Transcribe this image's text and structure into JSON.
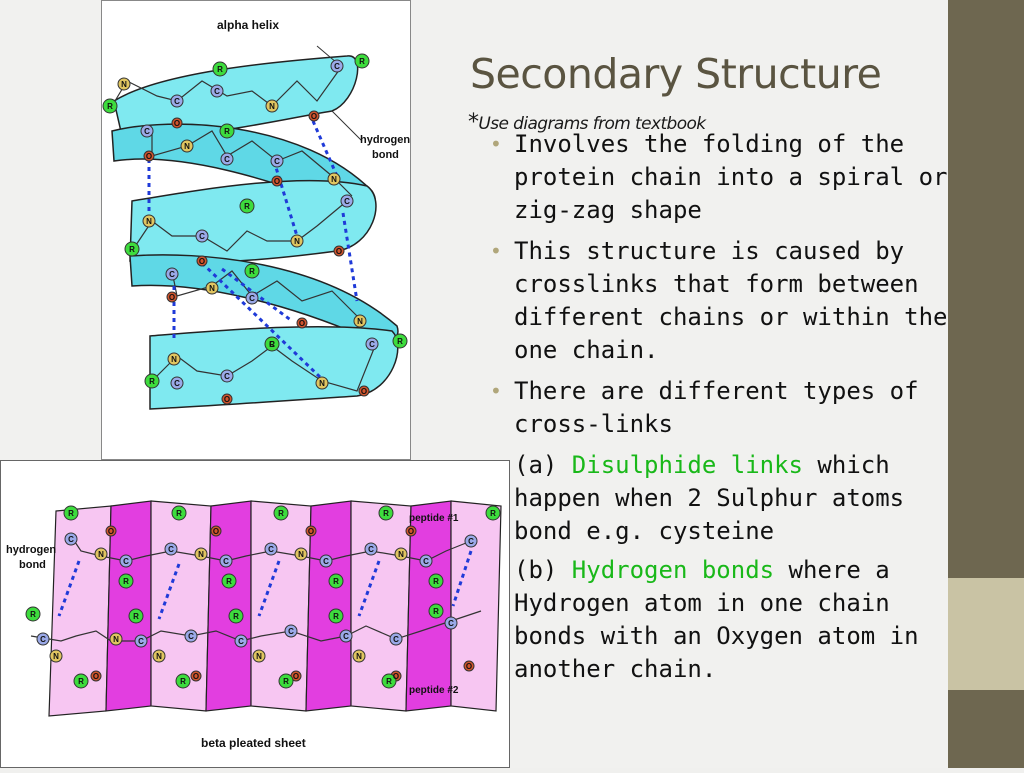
{
  "slide": {
    "title": "Secondary Structure",
    "subtitle_star": "*",
    "subtitle": "Use diagrams from textbook",
    "bullets": [
      "Involves the folding of the protein chain into a spiral or zig-zag shape",
      "This structure is caused by crosslinks that form between different chains or within the one chain.",
      "There are different types of cross-links"
    ],
    "disulphide": {
      "prefix": "(a) ",
      "term": "Disulphide links",
      "rest": " which happen when 2 Sulphur atoms bond e.g. cysteine"
    },
    "hydrogen": {
      "prefix": "(b) ",
      "term": "Hydrogen bonds",
      "rest": " where a Hydrogen atom in one chain bonds with an Oxygen atom in another chain."
    }
  },
  "figures": {
    "alpha_helix": {
      "title": "alpha helix",
      "label_line1": "hydrogen",
      "label_line2": "bond"
    },
    "beta_sheet": {
      "title": "beta pleated sheet",
      "label_line1": "hydrogen",
      "label_line2": "bond",
      "peptide1": "peptide #1",
      "peptide2": "peptide #2"
    },
    "atom_labels": {
      "carbon": "C",
      "nitrogen": "N",
      "oxygen": "O",
      "r_group": "R"
    }
  },
  "colors": {
    "helix_ribbon": "#7fe9f0",
    "sheet_face": "#f7c6f2",
    "sheet_dark": "#e23ee0",
    "bond": "#1f3ad8",
    "title": "#5a5441",
    "highlight": "#19b819",
    "side_bar": "#6e6750",
    "side_accent": "#c9c3a4"
  }
}
